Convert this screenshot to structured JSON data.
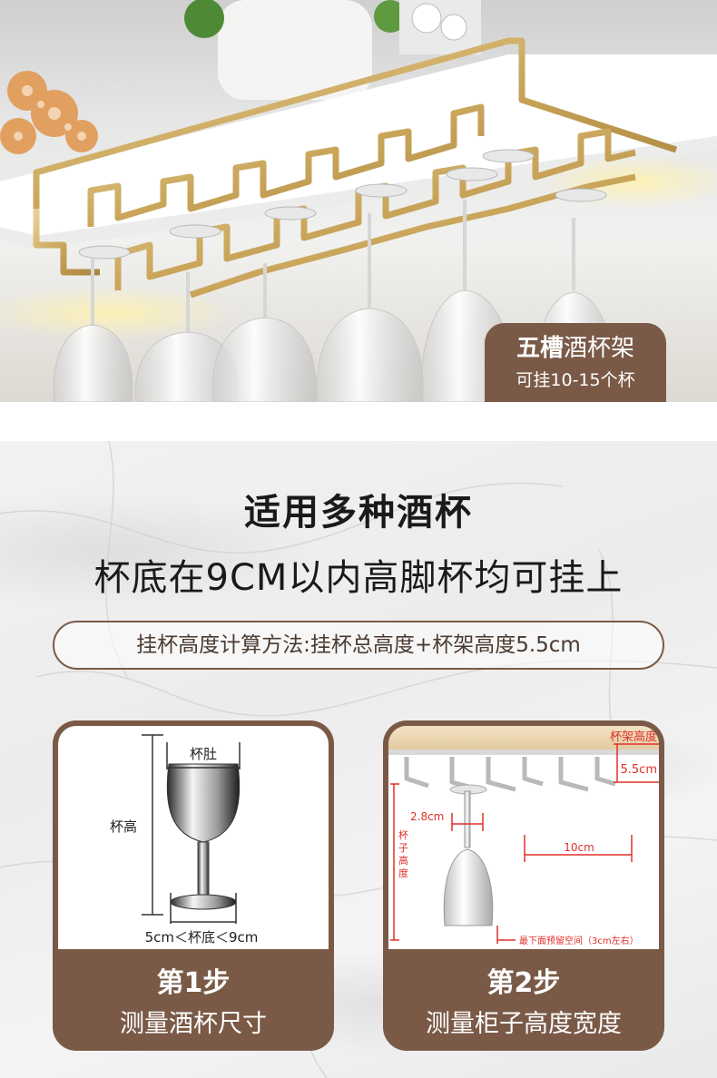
{
  "hero": {
    "badge_bold": "五槽",
    "badge_rest": "酒杯架",
    "badge_sub": "可挂10-15个杯"
  },
  "compat": {
    "title": "适用多种酒杯",
    "subtitle": "杯底在9CM以内高脚杯均可挂上"
  },
  "formula": {
    "text": "挂杯高度计算方法:挂杯总高度+杯架高度5.5cm"
  },
  "step1": {
    "title": "第1步",
    "desc": "测量酒杯尺寸",
    "label_bowl": "杯肚",
    "label_height": "杯高",
    "label_base": "5cm＜杯底＜9cm"
  },
  "step2": {
    "title": "第2步",
    "desc": "测量柜子高度宽度",
    "label_rack_height": "杯架高度",
    "label_rack_value": "5.5cm",
    "label_gap": "2.8cm",
    "label_slot": "10cm",
    "label_cup_height": [
      "杯",
      "子",
      "高",
      "度"
    ],
    "label_bottom": "最下面预留空间（3cm左右）"
  },
  "colors": {
    "brown": "#7a5a47",
    "gold": "#c9a55a",
    "red": "#e0302a"
  }
}
